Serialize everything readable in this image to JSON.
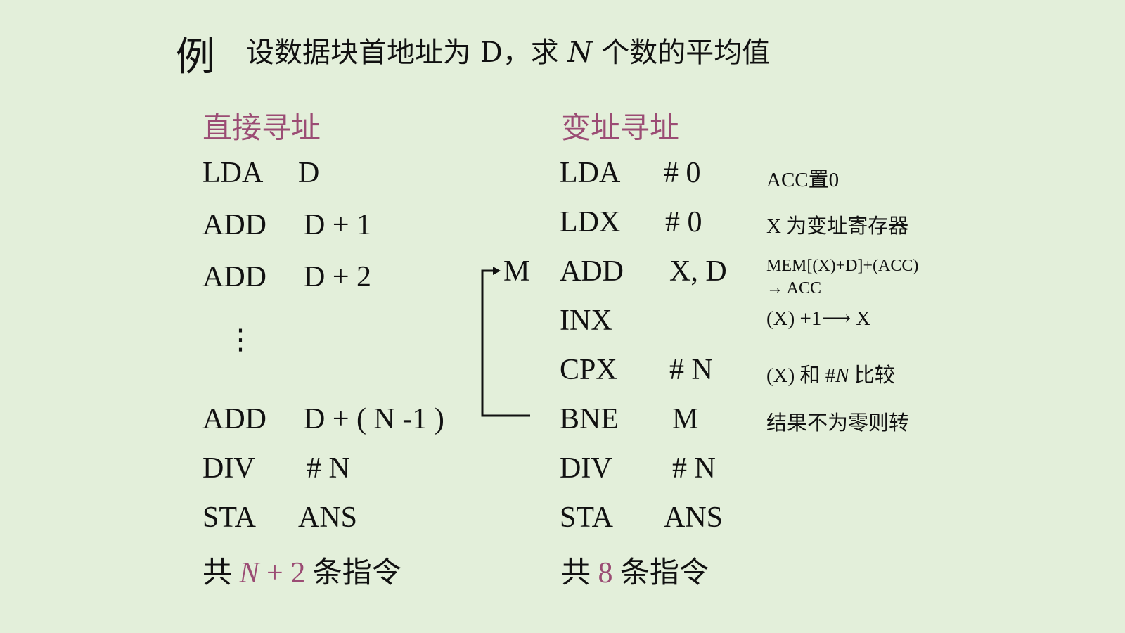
{
  "title": {
    "example_char": "例",
    "text_prefix": "设数据块首地址为 D，求 ",
    "text_var": "N",
    "text_suffix": " 个数的平均值"
  },
  "left": {
    "heading": "直接寻址",
    "rows": [
      {
        "op": "LDA",
        "arg": "D"
      },
      {
        "op": "ADD",
        "arg": "D + 1"
      },
      {
        "op": "ADD",
        "arg": "D + 2"
      },
      {
        "op": "ADD",
        "arg": "D + ( N -1 )"
      },
      {
        "op": "DIV",
        "arg": "# N"
      },
      {
        "op": "STA",
        "arg": "ANS"
      }
    ],
    "ellipsis": "⋮",
    "total_prefix": "共 ",
    "total_value_var": "N",
    "total_value_rest": " + 2",
    "total_suffix": " 条指令"
  },
  "right": {
    "heading": "变址寻址",
    "label_m": "M",
    "rows": [
      {
        "op": "LDA",
        "arg": "# 0",
        "note": "ACC置0"
      },
      {
        "op": "LDX",
        "arg": "# 0",
        "note": "X 为变址寄存器"
      },
      {
        "op": "ADD",
        "arg": "X, D",
        "note_line1": "MEM[(X)+D]+(ACC)",
        "note_line2": "→ ACC"
      },
      {
        "op": "INX",
        "arg": "",
        "note": "(X) +1⟶ X"
      },
      {
        "op": "CPX",
        "arg": "# N",
        "note_prefix": "(X) 和 #",
        "note_var": "N",
        "note_suffix": " 比较"
      },
      {
        "op": "BNE",
        "arg": "M",
        "note": "结果不为零则转"
      },
      {
        "op": "DIV",
        "arg": "# N"
      },
      {
        "op": "STA",
        "arg": "ANS"
      }
    ],
    "total_prefix": "共 ",
    "total_value": "8",
    "total_suffix": " 条指令"
  }
}
